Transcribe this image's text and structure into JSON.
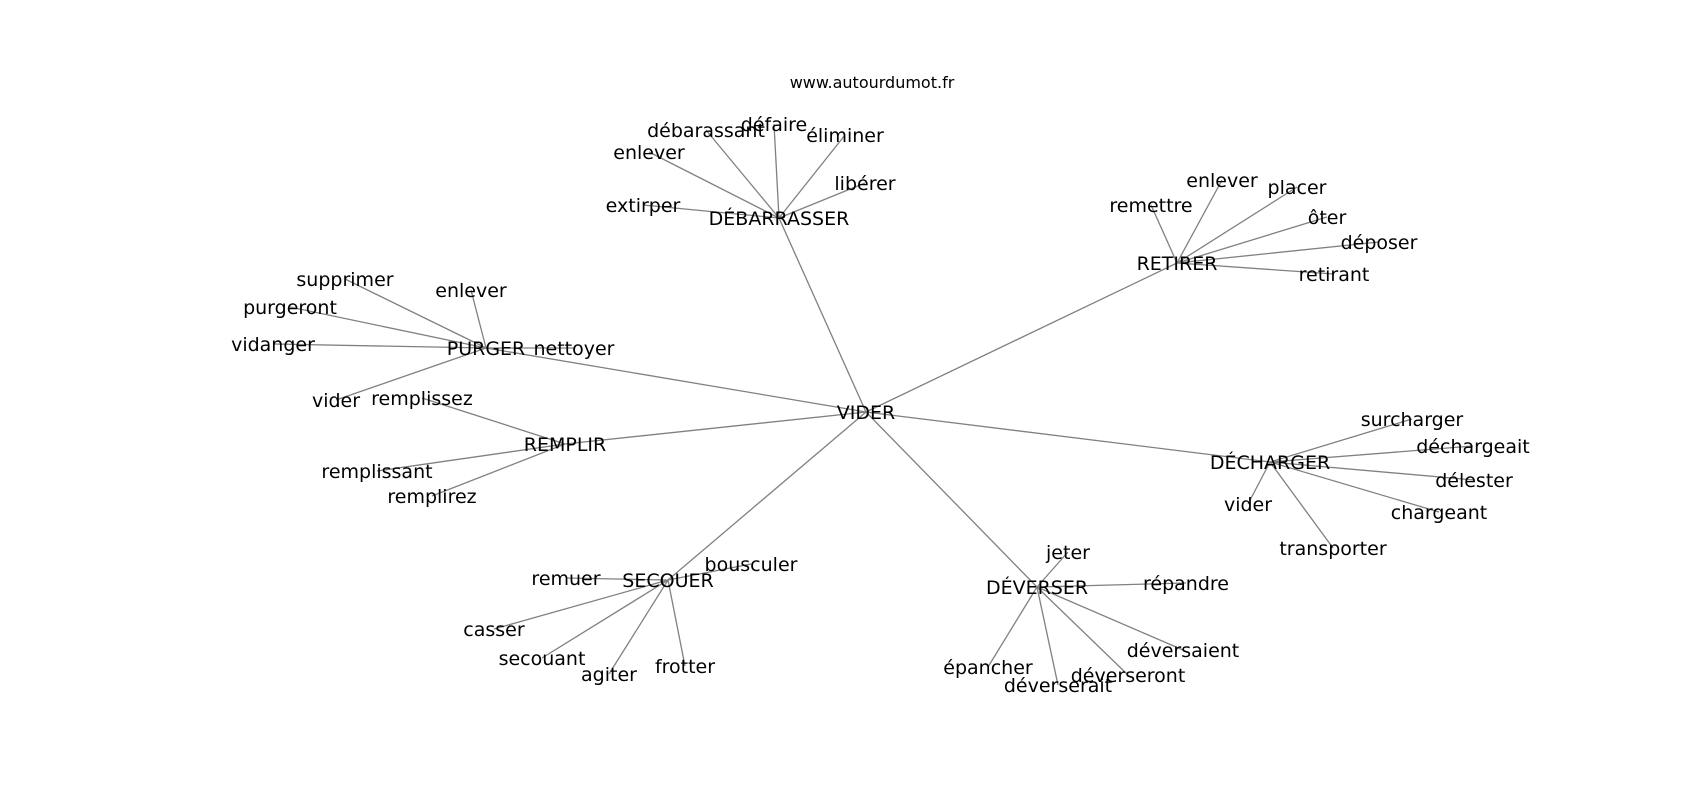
{
  "watermark": "www.autourdumot.fr",
  "edge_color": "#808080",
  "label_color": "#000000",
  "root": "VIDER",
  "groups": [
    {
      "hub": "DÉBARRASSER",
      "leaves": [
        "enlever",
        "débarassant",
        "défaire",
        "éliminer",
        "libérer",
        "extirper"
      ]
    },
    {
      "hub": "RETIRER",
      "leaves": [
        "remettre",
        "enlever",
        "placer",
        "ôter",
        "déposer",
        "retirant"
      ]
    },
    {
      "hub": "PURGER",
      "leaves": [
        "supprimer",
        "enlever",
        "purgeront",
        "vidanger",
        "nettoyer",
        "vider"
      ]
    },
    {
      "hub": "REMPLIR",
      "leaves": [
        "remplissez",
        "remplissant",
        "remplirez"
      ]
    },
    {
      "hub": "DÉCHARGER",
      "leaves": [
        "surcharger",
        "déchargeait",
        "délester",
        "chargeant",
        "vider",
        "transporter"
      ]
    },
    {
      "hub": "SECOUER",
      "leaves": [
        "remuer",
        "bousculer",
        "casser",
        "secouant",
        "agiter",
        "frotter"
      ]
    },
    {
      "hub": "DÉVERSER",
      "leaves": [
        "jeter",
        "répandre",
        "déversaient",
        "épancher",
        "déverserait",
        "déverseront"
      ]
    }
  ]
}
